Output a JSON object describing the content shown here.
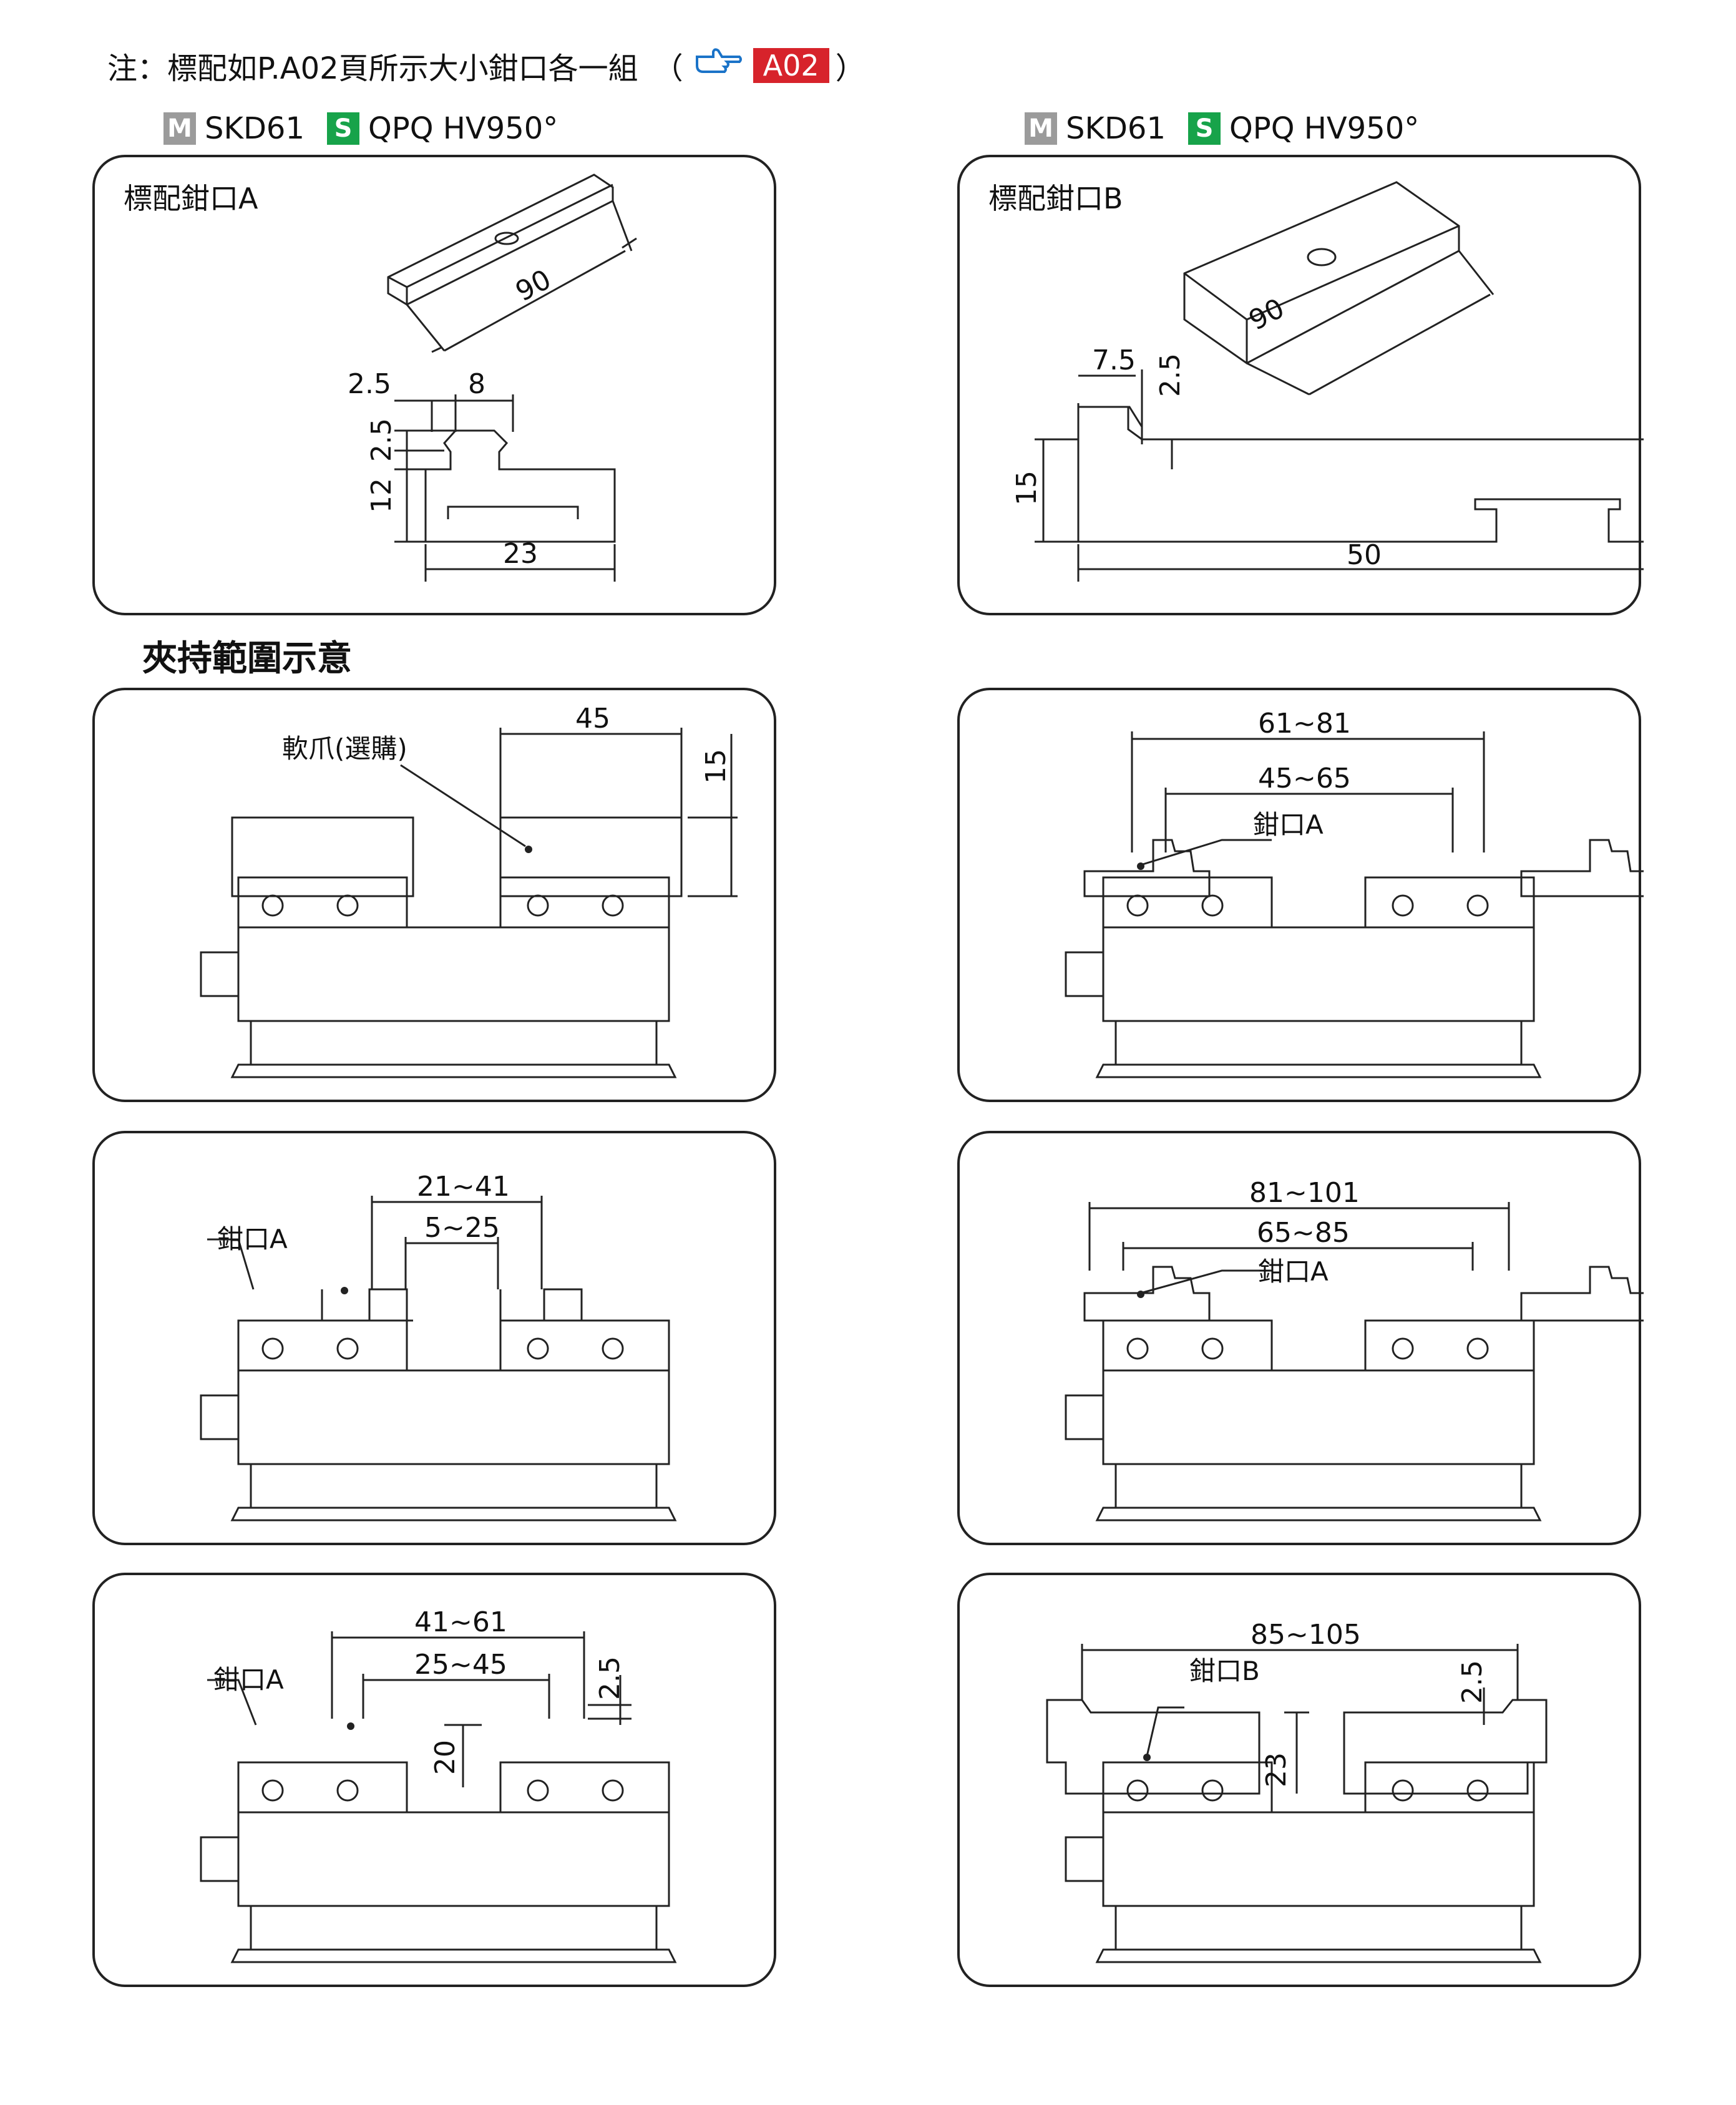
{
  "note": {
    "prefix": "注：標配如P.A02頁所示大小鉗口各一組",
    "open_paren": "（",
    "ref_label": "A02",
    "close_paren": "）"
  },
  "materials_left": {
    "m_badge": "M",
    "m_text": "SKD61",
    "s_badge": "S",
    "s_text": "QPQ HV950°"
  },
  "materials_right": {
    "m_badge": "M",
    "m_text": "SKD61",
    "s_badge": "S",
    "s_text": "QPQ HV950°"
  },
  "jaw_a": {
    "title": "標配鉗口A",
    "dims": [
      "90",
      "2.5",
      "8",
      "2.5",
      "12",
      "23"
    ]
  },
  "jaw_b": {
    "title": "標配鉗口B",
    "dims": [
      "90",
      "7.5",
      "2.5",
      "15",
      "50"
    ]
  },
  "section_title": "夾持範圍示意",
  "range_panels": [
    {
      "label": "軟爪(選購)",
      "dims": [
        "45",
        "15"
      ]
    },
    {
      "label": "鉗口A",
      "dims": [
        "61~81",
        "45~65"
      ]
    },
    {
      "label": "鉗口A",
      "dims": [
        "21~41",
        "5~25"
      ]
    },
    {
      "label": "鉗口A",
      "dims": [
        "81~101",
        "65~85"
      ]
    },
    {
      "label": "鉗口A",
      "dims": [
        "41~61",
        "25~45",
        "2.5",
        "20"
      ]
    },
    {
      "label": "鉗口B",
      "dims": [
        "85~105",
        "2.5",
        "23"
      ]
    }
  ],
  "colors": {
    "ref_red": "#d7232b",
    "badge_m": "#9b9b9b",
    "badge_s": "#17a34a",
    "line": "#222222"
  }
}
